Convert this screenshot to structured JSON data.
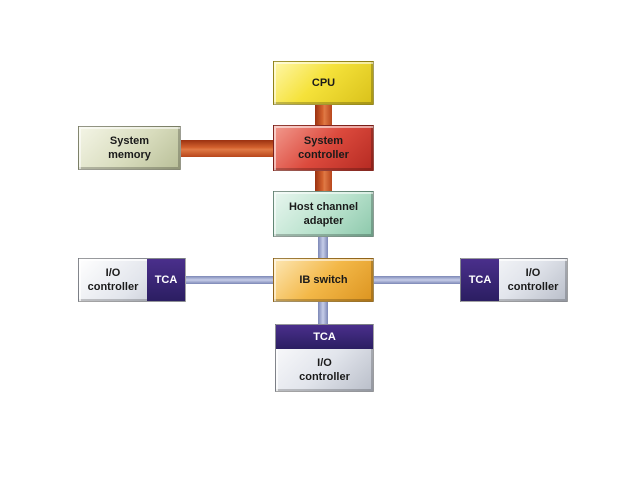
{
  "diagram": {
    "nodes": {
      "cpu": "CPU",
      "system_controller": "System\ncontroller",
      "system_memory": "System\nmemory",
      "host_channel_adapter": "Host channel\nadapter",
      "ib_switch": "IB switch",
      "io_left": {
        "label": "I/O\ncontroller",
        "tca": "TCA"
      },
      "io_right": {
        "label": "I/O\ncontroller",
        "tca": "TCA"
      },
      "io_bottom": {
        "label": "I/O\ncontroller",
        "tca": "TCA"
      }
    },
    "edges": [
      {
        "from": "CPU",
        "to": "System controller",
        "style": "thick"
      },
      {
        "from": "System memory",
        "to": "System controller",
        "style": "thick"
      },
      {
        "from": "System controller",
        "to": "Host channel adapter",
        "style": "thick"
      },
      {
        "from": "Host channel adapter",
        "to": "IB switch",
        "style": "thin"
      },
      {
        "from": "IB switch",
        "to": "I/O controller (left)",
        "style": "thin"
      },
      {
        "from": "IB switch",
        "to": "I/O controller (right)",
        "style": "thin"
      },
      {
        "from": "IB switch",
        "to": "I/O controller (bottom)",
        "style": "thin"
      }
    ],
    "colors": {
      "cpu": "#f5e23a",
      "system_controller": "#dc4a3d",
      "system_memory": "#d8dcbd",
      "host_channel_adapter": "#b9e2cd",
      "ib_switch": "#f3b848",
      "tca": "#2b1e62",
      "io_controller": "#e2e5ec",
      "thick_link": "#c8552a",
      "thin_link": "#9aa3cc"
    }
  }
}
